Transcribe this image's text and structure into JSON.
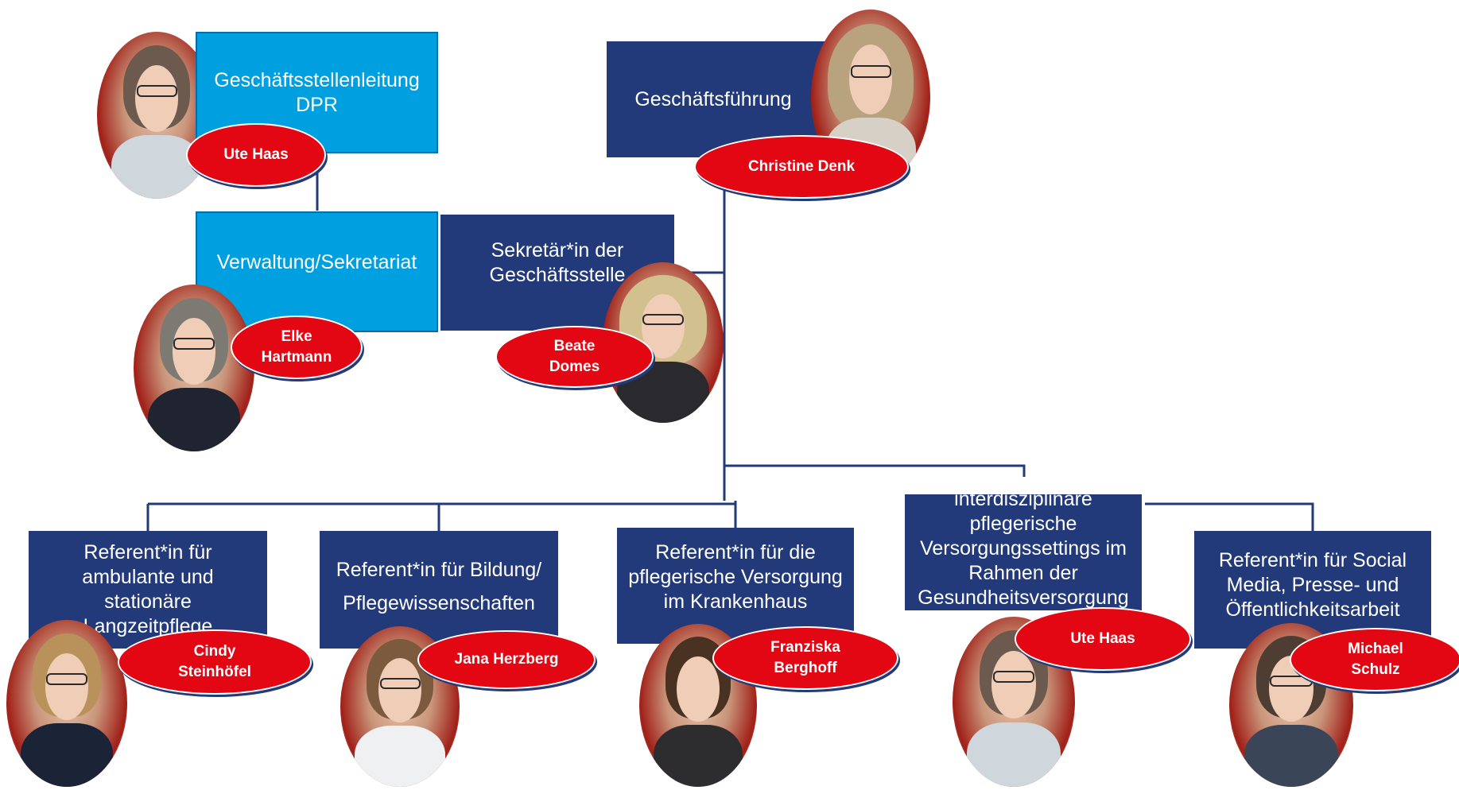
{
  "colors": {
    "dark_box": "#22397a",
    "light_box": "#00a0e0",
    "badge": "#e30613",
    "line": "#22397a"
  },
  "units": {
    "leitung_dpr": {
      "title": "Geschäftsstellenleitung\nDPR",
      "person": "Ute Haas"
    },
    "geschaeftsfuehrung": {
      "title": "Geschäftsführung",
      "person": "Christine Denk"
    },
    "verwaltung": {
      "title": "Verwaltung/Sekretariat",
      "person": "Elke\nHartmann"
    },
    "sekretaer": {
      "title": "Sekretär*in der\nGeschäftsstelle",
      "person": "Beate\nDomes"
    },
    "ref_langzeitpflege": {
      "title": "Referent*in für\nambulante und stationäre\nLangzeitpflege",
      "person": "Cindy\nSteinhöfel"
    },
    "ref_bildung": {
      "title": "Referent*in für Bildung/\nPflegewissenschaften",
      "person": "Jana Herzberg"
    },
    "ref_krankenhaus": {
      "title": "Referent*in für die\npflegerische Versorgung\nim Krankenhaus",
      "person": "Franziska\nBerghoff"
    },
    "ref_interdisziplinaer": {
      "title": "interdisziplinäre\npflegerische\nVersorgungssettings im\nRahmen der\nGesundheitsversorgung",
      "person": "Ute Haas"
    },
    "ref_social_media": {
      "title": "Referent*in für Social\nMedia, Presse- und\nÖffentlichkeitsarbeit",
      "person": "Michael\nSchulz"
    }
  },
  "photos": {
    "leitung_dpr": "portrait-woman-grey-hair-glasses",
    "geschaeftsfuehrung": "portrait-woman-curly-blonde-glasses",
    "verwaltung": "portrait-man-grey-hair-glasses",
    "sekretaer": "portrait-woman-blonde",
    "ref_langzeitpflege": "portrait-woman-blonde-glasses",
    "ref_bildung": "portrait-woman-brown-hair-glasses",
    "ref_krankenhaus": "portrait-woman-dark-hair",
    "ref_interdisziplinaer": "portrait-woman-grey-hair-glasses",
    "ref_social_media": "portrait-man-glasses"
  }
}
